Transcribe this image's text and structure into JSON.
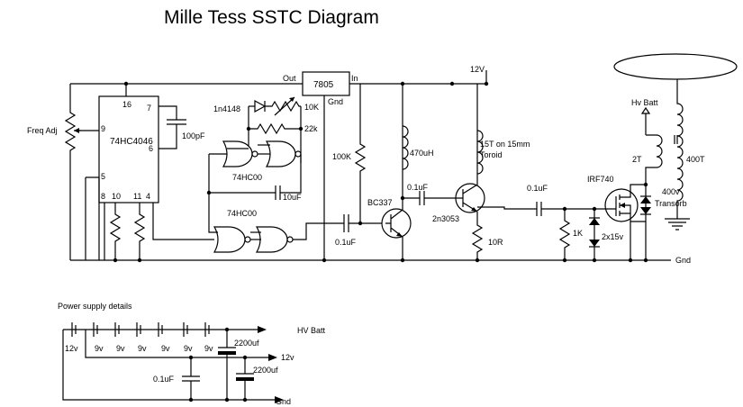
{
  "title": "Mille Tess SSTC Diagram",
  "labels": {
    "out": "Out",
    "in": "In",
    "gnd_reg": "Gnd",
    "reg": "7805",
    "v12_top": "12V",
    "pin16": "16",
    "pin7": "7",
    "pin9": "9",
    "pin6": "6",
    "pin5": "5",
    "pin8": "8",
    "pin10": "10",
    "pin11": "11",
    "pin4": "4",
    "ic4046": "74HC4046",
    "freq_adj": "Freq Adj",
    "c100pf": "100pF",
    "d1n4148": "1n4148",
    "r10k": "10K",
    "r22k": "22k",
    "hc00_a": "74HC00",
    "hc00_b": "74HC00",
    "c10uf": "10uF",
    "r100k": "100K",
    "l470uh": "470uH",
    "bc337": "BC337",
    "c01uf_a": "0.1uF",
    "c01uf_b": "0.1uF",
    "c01uf_c": "0.1uF",
    "q2n3053": "2n3053",
    "toroid1": "15T on 15mm",
    "toroid2": "Toroid",
    "r10r": "10R",
    "r1k": "1K",
    "z2x15v": "2x15v",
    "irf740": "IRF740",
    "hv_batt": "Hv Batt",
    "t2": "2T",
    "t400": "400T",
    "tv400": "400v",
    "transorb": "Transorb",
    "gnd_main": "Gnd",
    "ps_title": "Power supply details",
    "hv_batt2": "HV Batt",
    "ps12v": "12v",
    "ps9v": [
      "9v",
      "9v",
      "9v",
      "9v",
      "9v",
      "9v"
    ],
    "ps_c2200a": "2200uf",
    "ps_c2200b": "2200uf",
    "ps_01uf": "0.1uF",
    "ps_out12v": "12v",
    "ps_gnd": "Gnd"
  }
}
